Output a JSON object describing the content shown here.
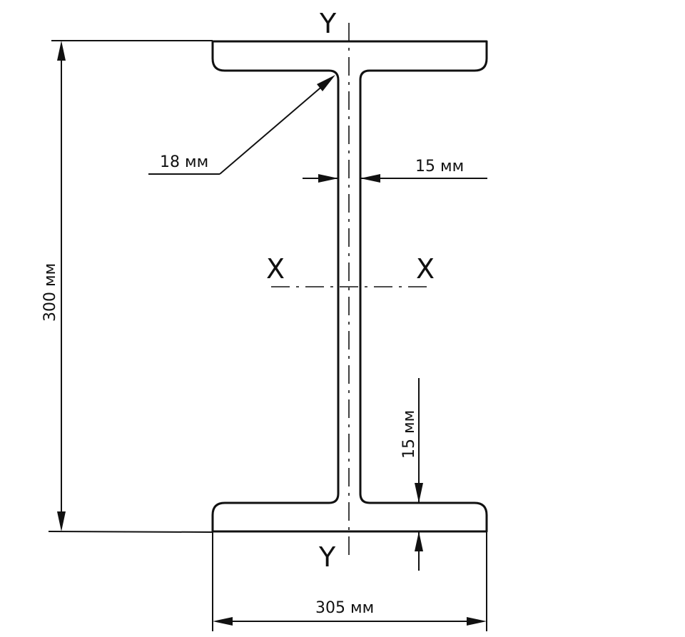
{
  "axes": {
    "y_top": "Y",
    "y_bottom": "Y",
    "x_left": "X",
    "x_right": "X"
  },
  "dimensions": {
    "height": "300 мм",
    "width": "305 мм",
    "fillet_radius": "18 мм",
    "web_thickness": "15 мм",
    "flange_thickness": "15 мм"
  }
}
